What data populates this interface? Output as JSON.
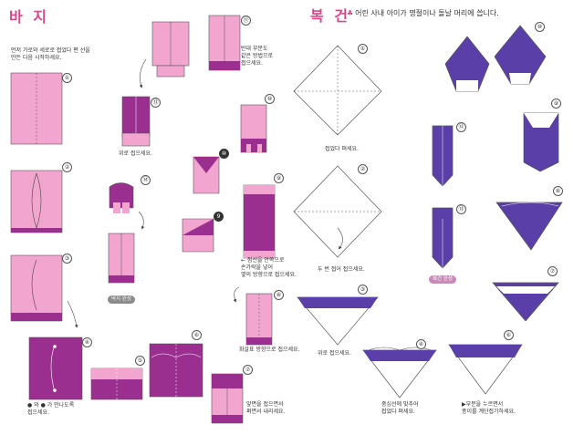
{
  "pants": {
    "title": "바 지",
    "intro": [
      "먼저 가로와 세로로 접었다 편 선을",
      "만든 다음 시작하세요."
    ],
    "labels": {
      "s3": "위로 접으세요.",
      "s4a": "● 와 ● 가 만나도록",
      "s4b": "접으세요.",
      "s7a": "앞면을 접으면서",
      "s7b": "펴면서 내리세요.",
      "s8": "화살표 방향으로 접으세요.",
      "s9a": "← 점선을 안쪽으로",
      "s9b": "손가락을 넣어",
      "s9c": "옆의 방향으로 접으세요.",
      "s11a": "반대 부분도",
      "s11b": "같은 방법으로",
      "s11c": "접으세요.",
      "s14": "위로 접으세요.",
      "done": "바지 완성"
    }
  },
  "hat": {
    "title": "복 건",
    "subtitle_mark": "♣",
    "subtitle": "어린 사내 아이가 명절이나 돌날 머리에 씁니다.",
    "labels": {
      "s1": "접었다 펴세요.",
      "s2": "두 번 접어 접으세요.",
      "s3": "위로 접으세요.",
      "s4a": "중심선에 맞추어",
      "s4b": "접었다 펴세요.",
      "s6a": "▶부분을 누르면서",
      "s6b": "종이를 계단접기하세요.",
      "done": "복건 완성"
    }
  },
  "steps": {
    "p1": "①",
    "p2": "②",
    "p3": "③",
    "p4": "④",
    "p5": "⑤",
    "p6": "⑥",
    "p7": "⑦",
    "p8": "⑧",
    "p9": "⑨",
    "p10": "⑩",
    "p11": "⑪",
    "p13": "⑬",
    "p14": "⑭",
    "p10b": "⑩",
    "pdark": "9",
    "h1": "①",
    "h2": "②",
    "h3": "③",
    "h4": "④",
    "h5": "⑤",
    "h6": "⑥",
    "h7": "⑦",
    "h8": "⑧",
    "h9": "⑨",
    "h10": "⑩",
    "h12": "⑫",
    "h13": "⑬"
  },
  "colors": {
    "pink": "#f2a6cf",
    "pink_dark": "#d9478a",
    "purple": "#9b2f8f",
    "violet": "#5a3fa8",
    "line": "#444444"
  }
}
